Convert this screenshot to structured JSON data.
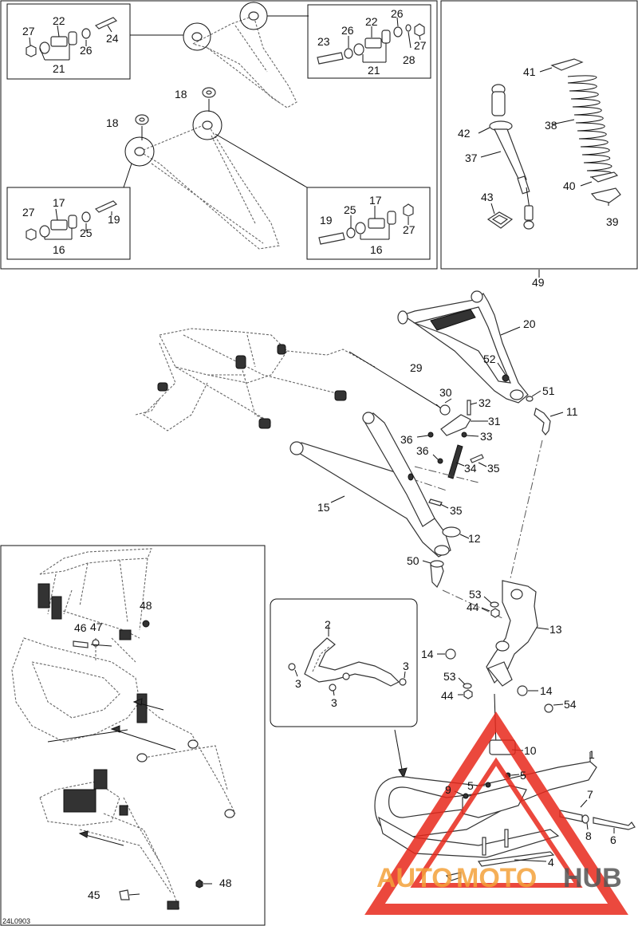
{
  "doc_code": "24L0903",
  "watermark": {
    "brand_part1": "AUTO",
    "brand_part2": "MOTO",
    "brand_part3": "HUB",
    "red": "#e8291c",
    "orange": "#f4a23a",
    "gray": "#555555"
  },
  "callouts": {
    "c1": "1",
    "c2": "2",
    "c3a": "3",
    "c3b": "3",
    "c3c": "3",
    "c4": "4",
    "c5a": "5",
    "c5b": "5",
    "c6": "6",
    "c7": "7",
    "c8": "8",
    "c9": "9",
    "c10": "10",
    "c11": "11",
    "c12": "12",
    "c13": "13",
    "c14a": "14",
    "c14b": "14",
    "c15": "15",
    "c16a": "16",
    "c16b": "16",
    "c17a": "17",
    "c17b": "17",
    "c18a": "18",
    "c18b": "18",
    "c19a": "19",
    "c19b": "19",
    "c20": "20",
    "c21a": "21",
    "c21b": "21",
    "c22a": "22",
    "c22b": "22",
    "c23": "23",
    "c24": "24",
    "c25a": "25",
    "c25b": "25",
    "c26a": "26",
    "c26b": "26",
    "c26c": "26",
    "c27a": "27",
    "c27b": "27",
    "c27c": "27",
    "c27d": "27",
    "c28": "28",
    "c29": "29",
    "c30": "30",
    "c31": "31",
    "c32": "32",
    "c33": "33",
    "c34": "34",
    "c35a": "35",
    "c35b": "35",
    "c36a": "36",
    "c36b": "36",
    "c37": "37",
    "c38": "38",
    "c39": "39",
    "c40": "40",
    "c41": "41",
    "c42": "42",
    "c43": "43",
    "c44a": "44",
    "c44b": "44",
    "c45": "45",
    "c46": "46",
    "c47": "47",
    "c48a": "48",
    "c48b": "48",
    "c49": "49",
    "c50": "50",
    "c51": "51",
    "c52": "52",
    "c53a": "53",
    "c53b": "53",
    "c54": "54"
  }
}
